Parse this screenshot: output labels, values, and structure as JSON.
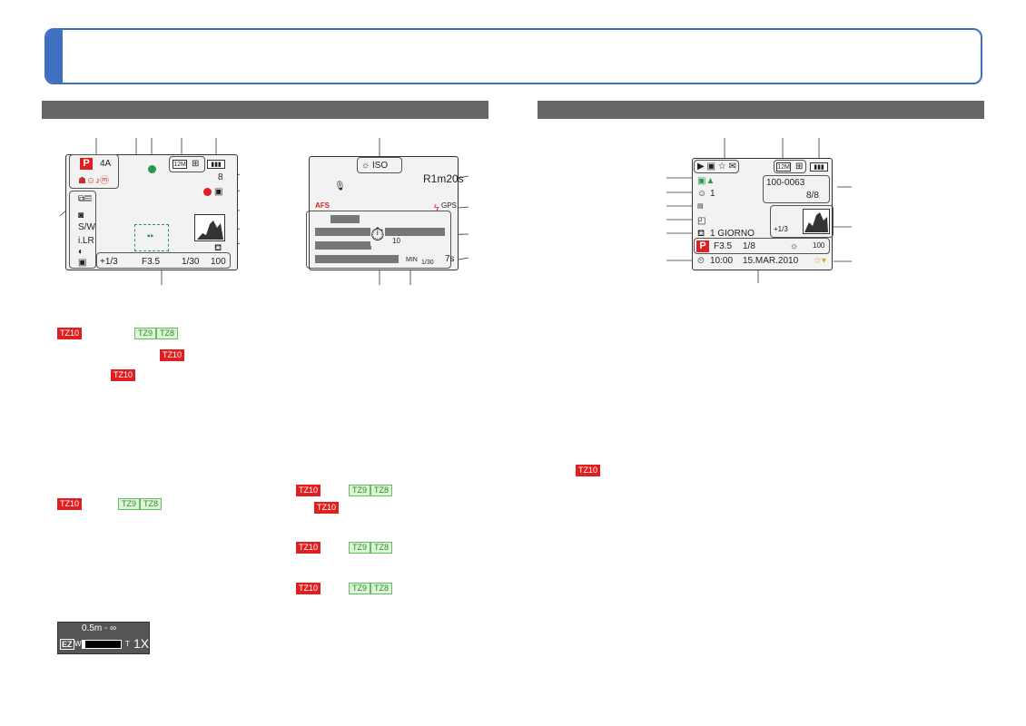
{
  "badges": {
    "tz10": "TZ10",
    "tz9": "TZ9",
    "tz8": "TZ8"
  },
  "screen1": {
    "mode": "P",
    "flash": "4A",
    "size": "12M",
    "battery": "",
    "remaining": "8",
    "ev": "+1/3",
    "aperture": "F3.5",
    "shutter": "1/30",
    "iso": "100",
    "ilr": "i.LR",
    "stab": "S/W"
  },
  "screen2": {
    "recording_time": "R1m20s",
    "gps": "GPS",
    "timer_value": "10",
    "remaining_time": "7s",
    "min_label": "MIN",
    "interval": "1/30",
    "afs": "AFS"
  },
  "screen3": {
    "file_number": "100-0063",
    "counter": "8/8",
    "size": "12M",
    "ev": "+1/3",
    "aperture": "F3.5",
    "shutter": "1/8",
    "iso": "100",
    "day": "1 GIORNO",
    "location_count": "1",
    "time": "10:00",
    "date": "15.MAR.2010",
    "mode": "P"
  },
  "zoom_widget": {
    "range": "0.5m - ∞",
    "ez": "EZ",
    "w": "W",
    "t": "T",
    "zoom": "1X"
  },
  "colors": {
    "accent": "#3f6fc0",
    "section_bar": "#666666",
    "badge_red": "#e02020",
    "badge_green": "#5fbf5f"
  }
}
